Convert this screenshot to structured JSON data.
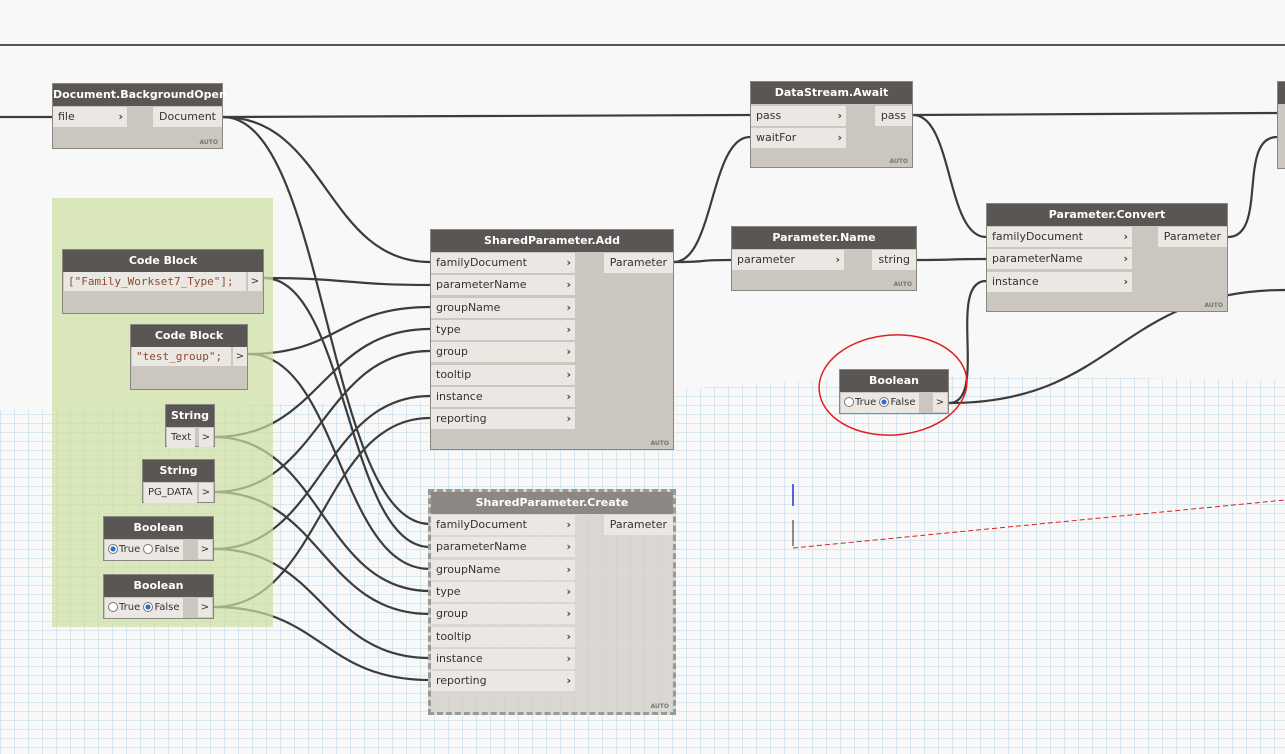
{
  "nodes": {
    "doc_open": {
      "title": "Document.BackgroundOpen",
      "inputs": [
        "file"
      ],
      "output": "Document",
      "mode": "AUTO"
    },
    "await": {
      "title": "DataStream.Await",
      "inputs": [
        "pass",
        "waitFor"
      ],
      "output": "pass",
      "mode": "AUTO"
    },
    "code1": {
      "title": "Code Block",
      "code": "[\"Family_Workset7_Type\"];",
      "out": ">"
    },
    "code2": {
      "title": "Code Block",
      "code": "\"test_group\";",
      "out": ">"
    },
    "str1": {
      "title": "String",
      "value": "Text",
      "out": ">"
    },
    "str2": {
      "title": "String",
      "value": "PG_DATA",
      "out": ">"
    },
    "bool1": {
      "title": "Boolean",
      "true_label": "True",
      "false_label": "False",
      "selected": "True",
      "out": ">"
    },
    "bool2": {
      "title": "Boolean",
      "true_label": "True",
      "false_label": "False",
      "selected": "False",
      "out": ">"
    },
    "bool3": {
      "title": "Boolean",
      "true_label": "True",
      "false_label": "False",
      "selected": "False",
      "out": ">"
    },
    "sp_add": {
      "title": "SharedParameter.Add",
      "inputs": [
        "familyDocument",
        "parameterName",
        "groupName",
        "type",
        "group",
        "tooltip",
        "instance",
        "reporting"
      ],
      "output": "Parameter",
      "mode": "AUTO"
    },
    "sp_create": {
      "title": "SharedParameter.Create",
      "inputs": [
        "familyDocument",
        "parameterName",
        "groupName",
        "type",
        "group",
        "tooltip",
        "instance",
        "reporting"
      ],
      "output": "Parameter",
      "mode": "AUTO"
    },
    "pname": {
      "title": "Parameter.Name",
      "inputs": [
        "parameter"
      ],
      "output": "string",
      "mode": "AUTO"
    },
    "pconvert": {
      "title": "Parameter.Convert",
      "inputs": [
        "familyDocument",
        "parameterName",
        "instance"
      ],
      "output": "Parameter",
      "mode": "AUTO"
    }
  },
  "colors": {
    "header": "#5a5654",
    "body": "#cbc6bf",
    "group": "#dce8b8",
    "annotation": "#e02020",
    "wire": "#3c3c3c"
  }
}
